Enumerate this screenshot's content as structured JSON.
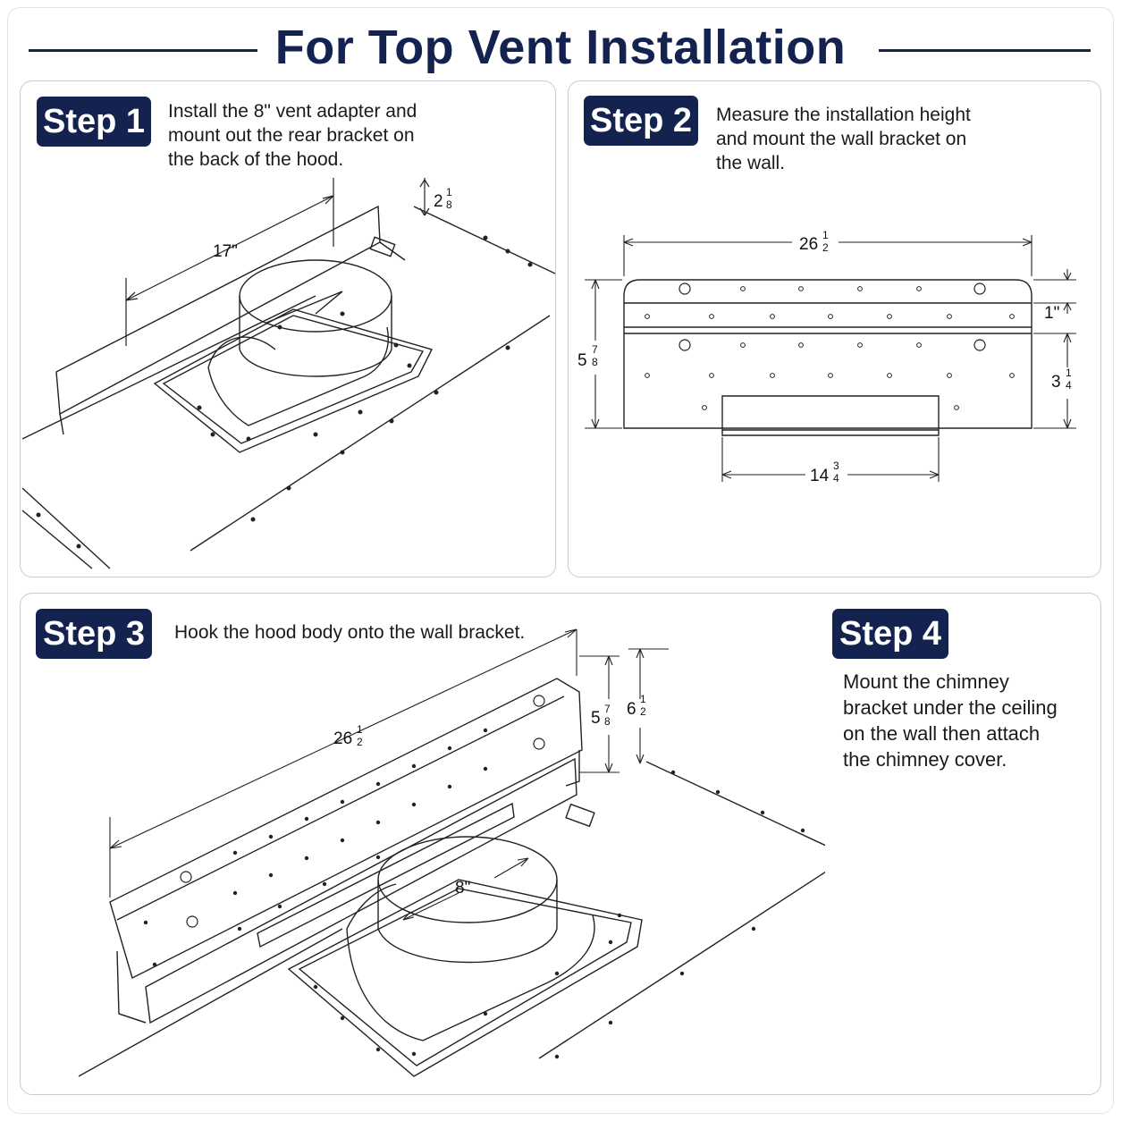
{
  "title": "For Top Vent Installation",
  "colors": {
    "navy": "#14224f",
    "line": "#222222",
    "panel_border": "#c9cad6"
  },
  "steps": [
    {
      "badge": "Step 1",
      "text": "Install the 8\" vent adapter and mount out the rear bracket on the back of the hood."
    },
    {
      "badge": "Step 2",
      "text": "Measure the installation height and mount the wall bracket on the wall."
    },
    {
      "badge": "Step 3",
      "text": "Hook the hood body onto the wall bracket."
    },
    {
      "badge": "Step 4",
      "text": "Mount the chimney bracket under the ceiling on the wall then attach the chimney cover."
    }
  ],
  "dims": {
    "step1": {
      "width": "17\"",
      "height_whole": "2",
      "height_num": "1",
      "height_den": "8"
    },
    "step2": {
      "width_whole": "26",
      "width_num": "1",
      "width_den": "2",
      "height_whole": "5",
      "height_num": "7",
      "height_den": "8",
      "top_gap": "1\"",
      "lower_whole": "3",
      "lower_num": "1",
      "lower_den": "4",
      "flange_whole": "14",
      "flange_num": "3",
      "flange_den": "4"
    },
    "step3": {
      "width_whole": "26",
      "width_num": "1",
      "width_den": "2",
      "h1_whole": "5",
      "h1_num": "7",
      "h1_den": "8",
      "h2_whole": "6",
      "h2_num": "1",
      "h2_den": "2",
      "duct": "8\""
    }
  }
}
